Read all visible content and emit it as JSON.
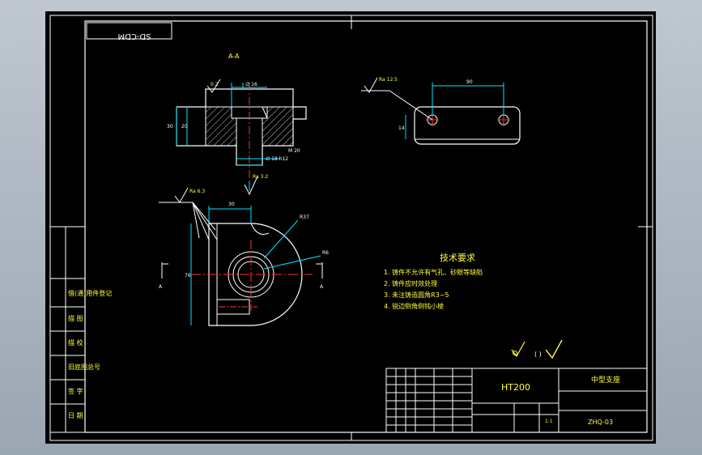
{
  "drawing": {
    "title_box": "SD-CDM",
    "section_label": "A-A",
    "tech_title": "技术要求",
    "tech_items": [
      "1. 铸件不允许有气孔、砂眼等缺陷",
      "2. 铸件应时效处理",
      "3. 未注铸造圆角R3~5",
      "4. 锐边倒角倒钝小棱"
    ],
    "material": "HT200",
    "part_name": "中型支座",
    "drawing_number": "ZHQ-03",
    "ratio": "1:1",
    "side_labels": [
      "借(通)用件登记",
      "描 图",
      "描 校",
      "旧底图总号",
      "签 字",
      "日 期"
    ],
    "dim_labels": {
      "top_width": "∅ 16",
      "height": "30",
      "height_small": "20",
      "bottom_ref": "∅ 18 h12",
      "thread": "M 20",
      "right_dim": "90",
      "right_h": "14",
      "tol": "0.2",
      "plan_width": "30",
      "plan_r": "R37",
      "plan_d": "R6",
      "plan_h": "76",
      "section_arrow": "A"
    },
    "roughness": [
      "Ra 6.3",
      "Ra 12.5",
      "Ra 3.2"
    ],
    "rough_sym_text": "(  )"
  }
}
